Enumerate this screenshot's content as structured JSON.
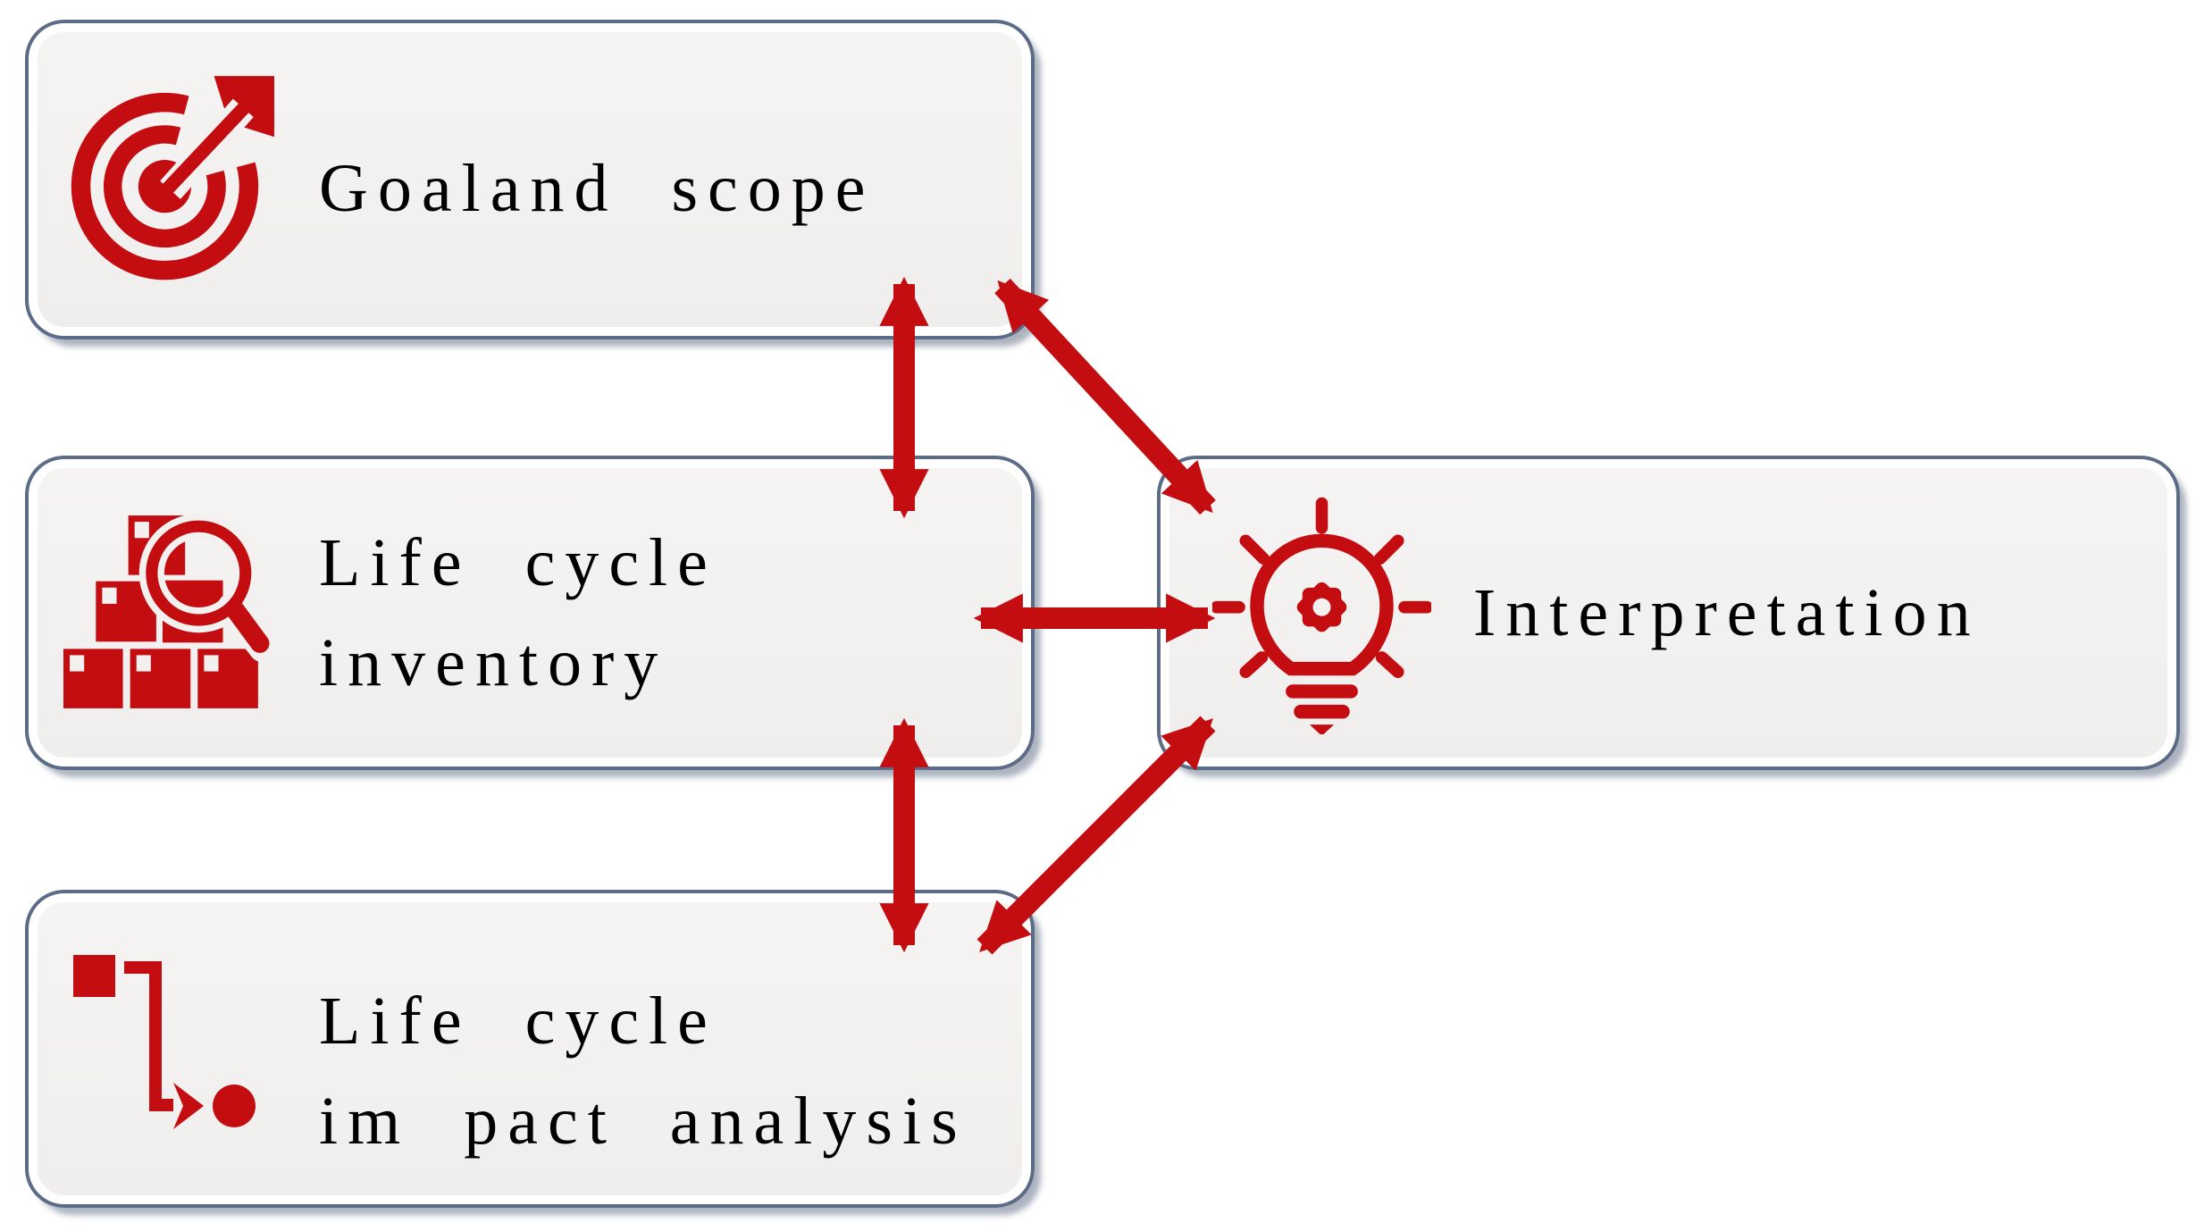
{
  "colors": {
    "accent": "#C40D10",
    "box_border": "#5C6C86",
    "box_fill": "#F2F1F0",
    "background": "#FFFFFF",
    "text": "#000000"
  },
  "boxes": [
    {
      "id": "goal-and-scope",
      "icon": "target-icon",
      "lines": [
        "Goaland scope"
      ]
    },
    {
      "id": "life-cycle-inventory",
      "icon": "magnifier-boxes-icon",
      "lines": [
        "Life cycle",
        "inventory"
      ]
    },
    {
      "id": "life-cycle-impact-analysis",
      "icon": "flow-step-icon",
      "lines": [
        "Life cycle",
        "im pact analysis"
      ]
    },
    {
      "id": "interpretation",
      "icon": "lightbulb-gear-icon",
      "lines": [
        "Interpretation"
      ]
    }
  ],
  "arrows": [
    {
      "from": "goal-and-scope",
      "to": "life-cycle-inventory",
      "bidirectional": true
    },
    {
      "from": "life-cycle-inventory",
      "to": "life-cycle-impact-analysis",
      "bidirectional": true
    },
    {
      "from": "goal-and-scope",
      "to": "interpretation",
      "bidirectional": true
    },
    {
      "from": "life-cycle-inventory",
      "to": "interpretation",
      "bidirectional": true
    },
    {
      "from": "life-cycle-impact-analysis",
      "to": "interpretation",
      "bidirectional": true
    }
  ]
}
